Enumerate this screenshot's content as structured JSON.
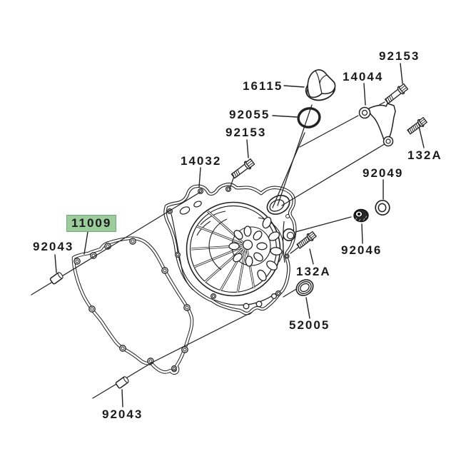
{
  "diagram_type": "exploded-parts-diagram",
  "labels": {
    "p92153_tr": "92153",
    "p14044": "14044",
    "p16115": "16115",
    "p92055": "92055",
    "p92153_left": "92153",
    "p14032": "14032",
    "p132a_tr": "132A",
    "p92049": "92049",
    "p11009": "11009",
    "p92043_tl": "92043",
    "p92046": "92046",
    "p132a_center": "132A",
    "p52005": "52005",
    "p92043_bottom": "92043"
  },
  "highlight": {
    "highlighted_part": "11009",
    "background": "#9ccb9c",
    "border": "#74a874"
  },
  "colors": {
    "page_background": "#ffffff",
    "line_art": "#222222",
    "label_text": "#1b1b1b"
  }
}
